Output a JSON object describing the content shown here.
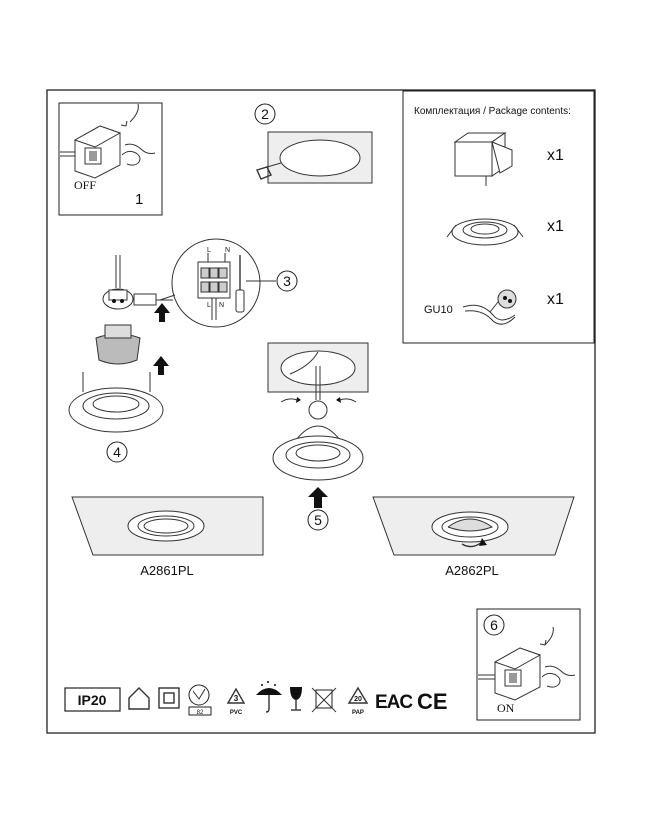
{
  "package": {
    "title": "Комплектация / Package contents:",
    "qty": [
      "x1",
      "x1",
      "x1"
    ],
    "socket_label": "GU10"
  },
  "steps": {
    "one": "1",
    "two": "2",
    "three": "3",
    "four": "4",
    "five": "5",
    "six": "6",
    "off_label": "OFF",
    "on_label": "ON",
    "terminal_l": "L",
    "terminal_n": "N"
  },
  "models": [
    "A2861PL",
    "A2862PL"
  ],
  "marks": {
    "ip": "IP20",
    "recycle_3": "3",
    "pvc": "PVC",
    "recycle_20": "20",
    "pap": "PAP",
    "temp": "82",
    "eac": "EAC",
    "ce": "CE"
  }
}
